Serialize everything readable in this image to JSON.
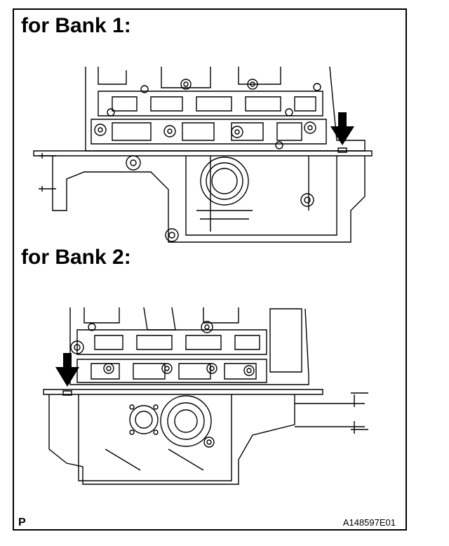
{
  "figure": {
    "sections": [
      {
        "title": "for Bank 1:"
      },
      {
        "title": "for Bank 2:"
      }
    ],
    "corner_letter": "P",
    "figure_id": "A148597E01",
    "colors": {
      "line": "#000000",
      "background": "#ffffff",
      "arrow": "#000000"
    }
  }
}
